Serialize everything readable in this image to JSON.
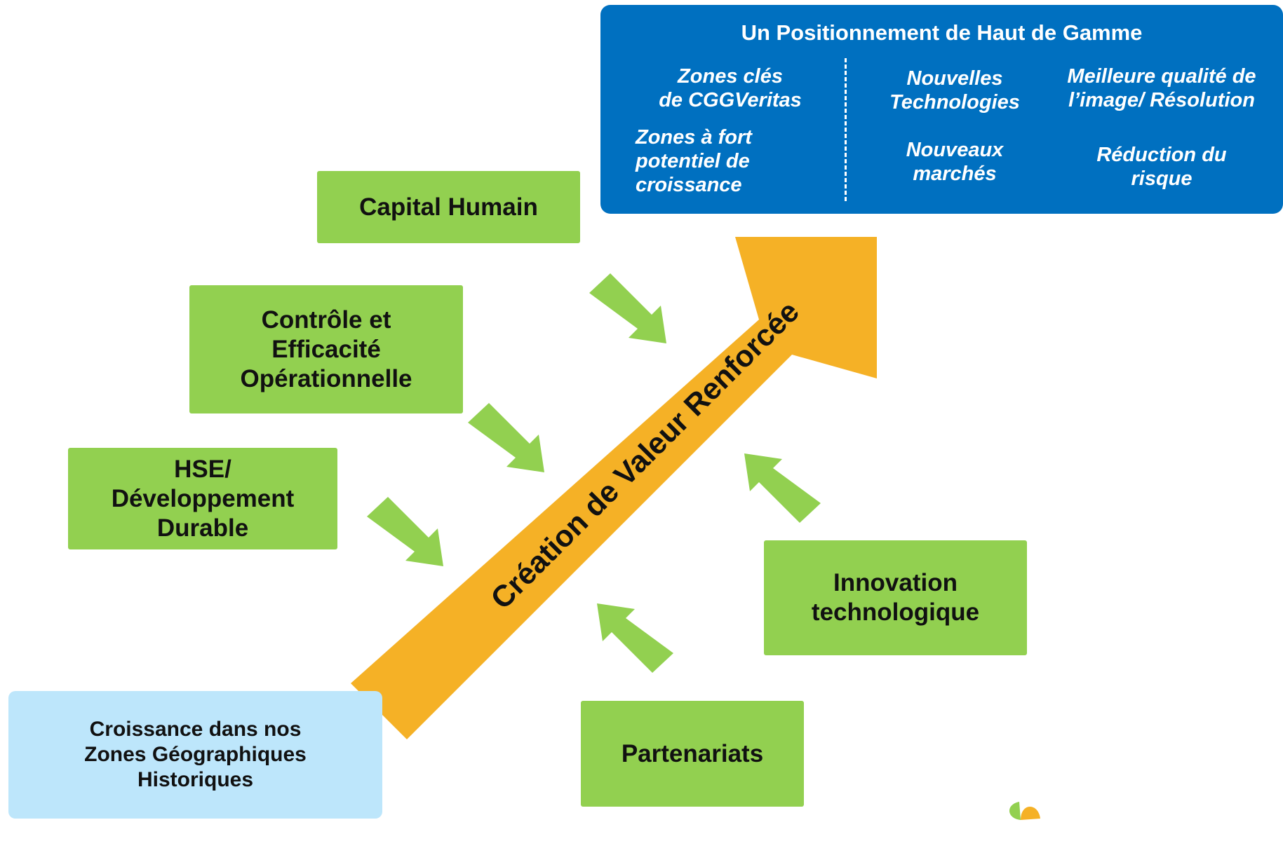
{
  "header_panel": {
    "title": "Un Positionnement de Haut de Gamme",
    "col1_item1": "Zones clés\nde CGGVeritas",
    "col1_item2": "Zones à fort\n potentiel de\ncroissance",
    "col2_item1": "Nouvelles\nTechnologies",
    "col2_item2": "Nouveaux\nmarchés",
    "col3_item1": "Meilleure qualité de\nl’image/ Résolution",
    "col3_item2": "Réduction du\nrisque"
  },
  "central_arrow": {
    "label": "Création de Valeur Renforcée"
  },
  "drivers": {
    "capital_humain": "Capital Humain",
    "controle": "Contrôle et\nEfficacité\nOpérationnelle",
    "hse": "HSE/\nDéveloppement\nDurable",
    "innovation": "Innovation\ntechnologique",
    "partenariats": "Partenariats",
    "croissance": "Croissance dans nos\nZones Géographiques\nHistoriques"
  },
  "colors": {
    "green": "#92d050",
    "orange": "#f5b126",
    "blue": "#0070c0",
    "light_blue": "#bde6fb"
  }
}
